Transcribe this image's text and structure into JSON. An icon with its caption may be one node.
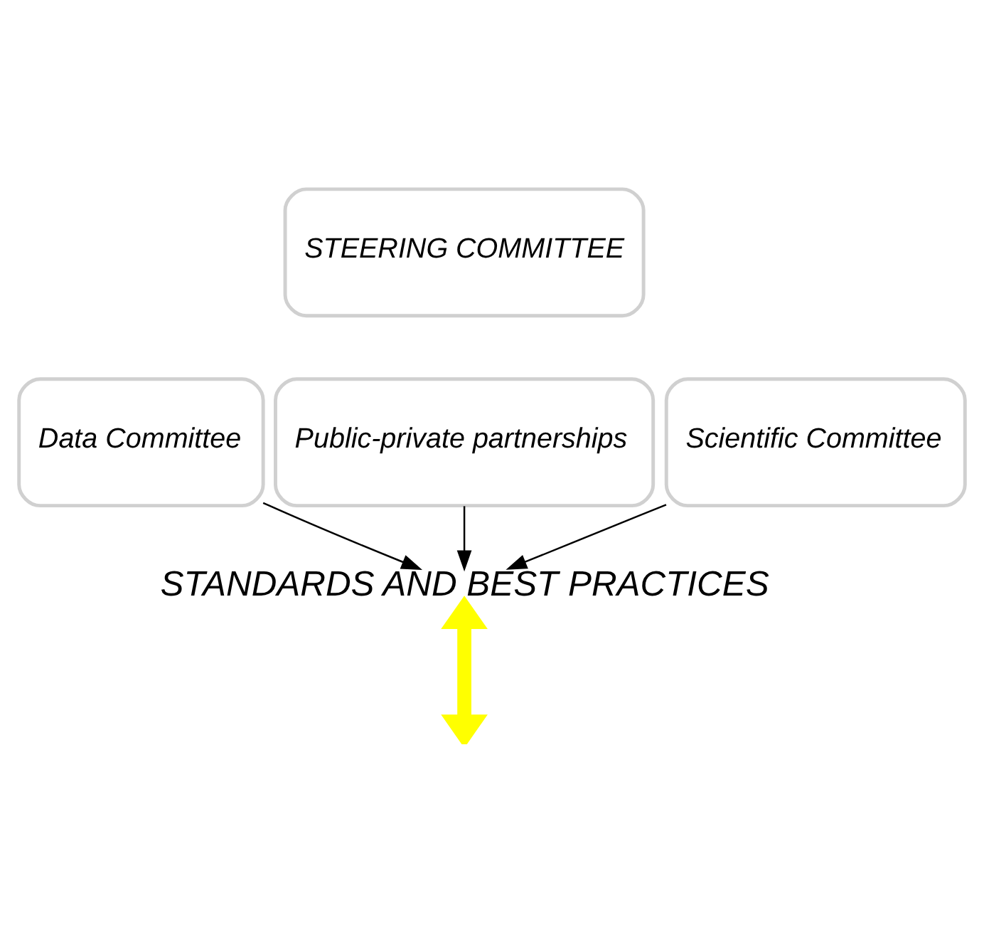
{
  "diagram": {
    "nodes": [
      {
        "text": [
          "STEERING COMMITTEE"
        ]
      },
      {
        "text": [
          "Data Committee"
        ]
      },
      {
        "text": [
          "Public-private partnerships"
        ]
      },
      {
        "text": [
          "Scientific Committee"
        ]
      },
      {
        "text": [
          "STANDARDS AND BEST PRACTICES"
        ]
      }
    ],
    "edges": [
      {
        "from": 1,
        "to": 4,
        "arrow": "to"
      },
      {
        "from": 2,
        "to": 4,
        "arrow": "to"
      },
      {
        "from": 3,
        "to": 4,
        "arrow": "to"
      },
      {
        "from": 4,
        "to": null,
        "arrow": "both",
        "style": "thick",
        "color": "#ffff00"
      }
    ]
  }
}
